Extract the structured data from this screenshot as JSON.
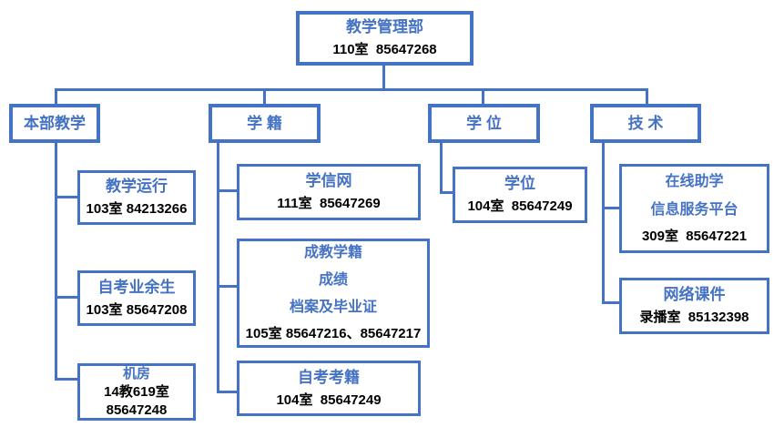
{
  "colors": {
    "accent": "#4472C4",
    "text": "#000000",
    "bg": "#FFFFFF"
  },
  "root": {
    "title": "教学管理部",
    "detail": "110室  85647268"
  },
  "branches": {
    "benbu": {
      "label": "本部教学"
    },
    "xueji": {
      "label": "学 籍"
    },
    "xuewei": {
      "label": "学 位"
    },
    "jishu": {
      "label": "技 术"
    }
  },
  "boxes": {
    "jiaoxue_yunxing": {
      "title": "教学运行",
      "detail": "103室 84213266"
    },
    "zikao_yeyusheng": {
      "title": "自考业余生",
      "detail": "103室 85647208"
    },
    "jifang": {
      "title": "机房",
      "detail1": "14教619室",
      "detail2": "85647248"
    },
    "xuexinwang": {
      "title": "学信网",
      "detail": "111室  85647269"
    },
    "chengjiao": {
      "title1": "成教学籍",
      "title2": "成绩",
      "title3": "档案及毕业证",
      "detail": "105室 85647216、85647217"
    },
    "zikao_kaoji": {
      "title": "自考考籍",
      "detail": "104室  85647249"
    },
    "xuewei_child": {
      "title": "学位",
      "detail": "104室  85647249"
    },
    "zaixian_zhuxue": {
      "title1": "在线助学",
      "title2": "信息服务平台",
      "detail": "309室  85647221"
    },
    "wangluo_kejian": {
      "title": "网络课件",
      "detail": "录播室  85132398"
    }
  }
}
